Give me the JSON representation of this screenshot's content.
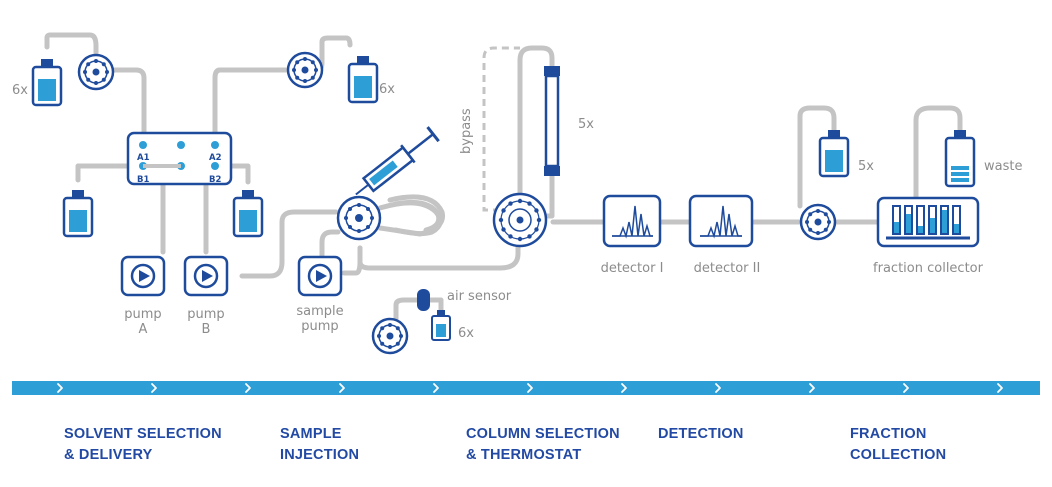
{
  "colors": {
    "tubing": "#c4c4c4",
    "outline": "#1f4b9c",
    "fill": "#2e9ed6",
    "arrow_bar": "#2e9ed6",
    "stage_text": "#2249a3",
    "label_text": "#8c8c8c"
  },
  "labels": {
    "bottles_left_count": "6x",
    "bottles_right_count": "6x",
    "port_a1": "A1",
    "port_b1": "B1",
    "port_a2": "A2",
    "port_b2": "B2",
    "pump_a": "pump",
    "pump_a_letter": "A",
    "pump_b": "pump",
    "pump_b_letter": "B",
    "sample_pump_line1": "sample",
    "sample_pump_line2": "pump",
    "air_sensor": "air sensor",
    "sample_bottles_count": "6x",
    "bypass": "bypass",
    "columns_count": "5x",
    "detector_1": "detector I",
    "detector_2": "detector II",
    "fraction_bottles_count": "5x",
    "waste": "waste",
    "fraction_collector": "fraction collector"
  },
  "stages": [
    {
      "label": "SOLVENT SELECTION\n& DELIVERY"
    },
    {
      "label": "SAMPLE\nINJECTION"
    },
    {
      "label": "COLUMN SELECTION\n& THERMOSTAT"
    },
    {
      "label": "DETECTION"
    },
    {
      "label": "FRACTION\nCOLLECTION"
    }
  ]
}
